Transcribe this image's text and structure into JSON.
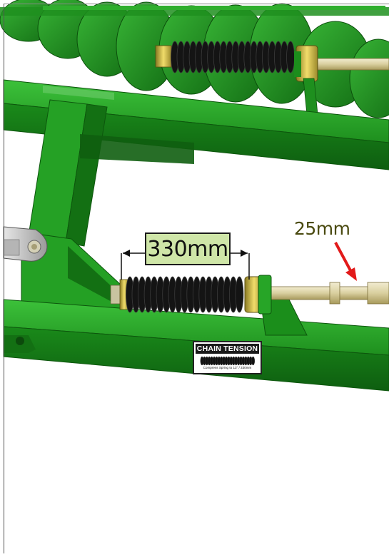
{
  "measurements": {
    "spring_length": "330mm",
    "gap": "25mm"
  },
  "decal": {
    "title": "CHAIN TENSION",
    "note": "Compress Spring to 13\" / 330mm"
  },
  "colors": {
    "frame_green": "#1f9a1f",
    "frame_dark_green": "#0f6a12",
    "spring_black": "#141414",
    "brass": "#c9b14a",
    "rod": "#d8cfa3",
    "arrow_red": "#e21a1a",
    "label_box": "#cfe6a8"
  }
}
